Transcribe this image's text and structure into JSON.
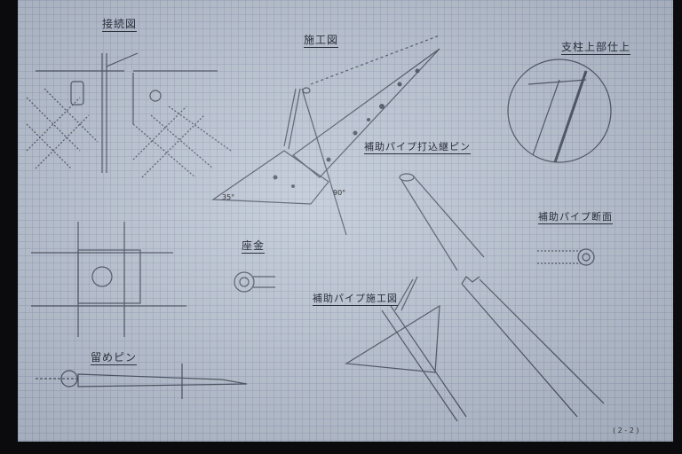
{
  "labels": {
    "connection": "接続図",
    "construction": "施工図",
    "post_top": "支柱上部仕上",
    "pipe_pin": "補助パイプ打込継ピン",
    "pipe_section": "補助パイプ断面",
    "washer": "座金",
    "pipe_construction": "補助パイプ施工図",
    "retaining_pin": "留めピン"
  },
  "dimensions": {
    "angle1": "35°",
    "angle2": "90°"
  },
  "page_number": "( 2 - 2 )"
}
